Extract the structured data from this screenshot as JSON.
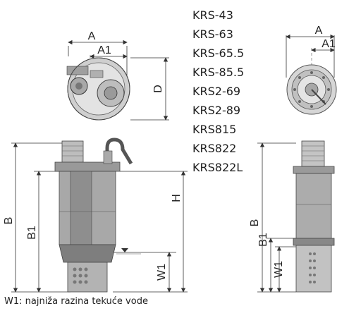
{
  "models": [
    "KRS-43",
    "KRS-63",
    "KRS-65.5",
    "KRS-85.5",
    "KRS2-69",
    "KRS2-89",
    "KRS815",
    "KRS822",
    "KRS822L"
  ],
  "dimension_labels": {
    "A": "A",
    "A1": "A1",
    "D": "D",
    "B": "B",
    "B1": "B1",
    "H": "H",
    "W1": "W1"
  },
  "footnote": "W1: najniža razina tekuće vode"
}
